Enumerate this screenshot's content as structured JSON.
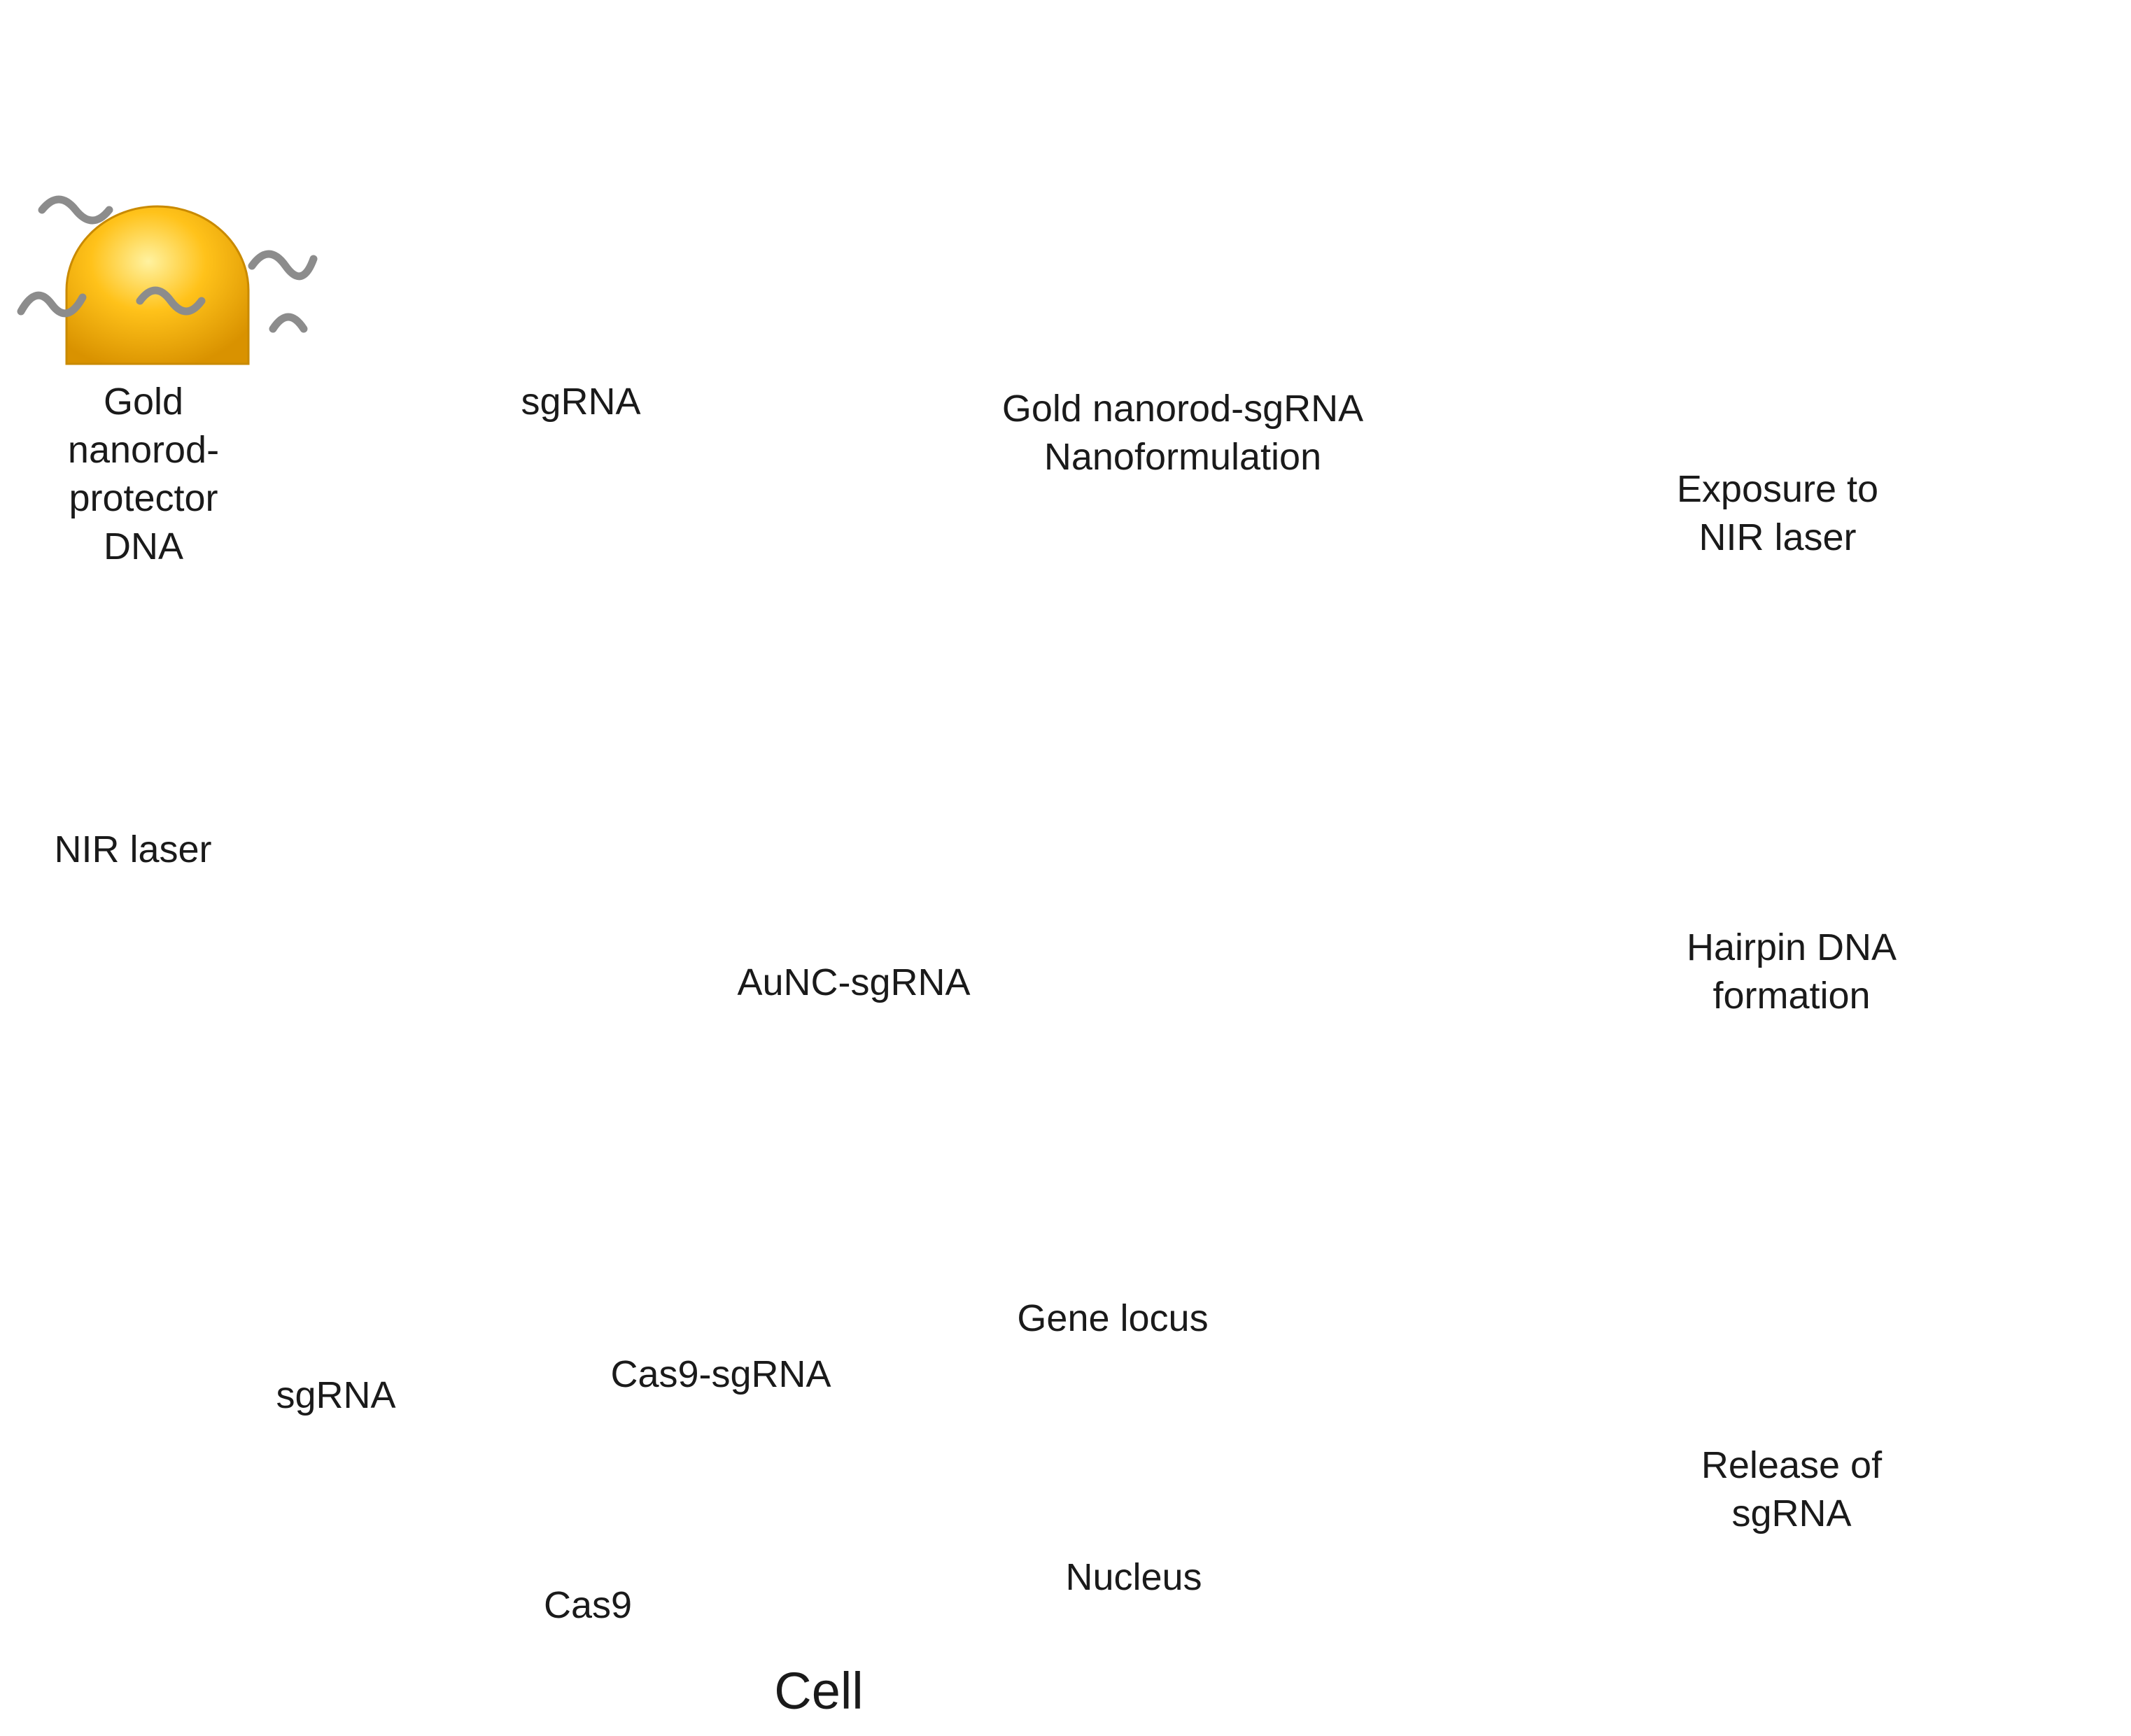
{
  "labels": {
    "gold_nanorod_protector_line1": "Gold nanorod-",
    "gold_nanorod_protector_line2": "protector DNA",
    "sgrna_top": "sgRNA",
    "nanoformulation_line1": "Gold nanorod-sgRNA",
    "nanoformulation_line2": "Nanoformulation",
    "exposure_line1": "Exposure to",
    "exposure_line2": "NIR laser",
    "hairpin_line1": "Hairpin DNA",
    "hairpin_line2": "formation",
    "release_line1": "Release of",
    "release_line2": "sgRNA",
    "nir_laser": "NIR laser",
    "aunc_sgrna": "AuNC-sgRNA",
    "sgrna_cell": "sgRNA",
    "cas9_sgrna": "Cas9-sgRNA",
    "cas9": "Cas9",
    "gene_locus": "Gene locus",
    "nucleus": "Nucleus",
    "cell": "Cell"
  },
  "colors": {
    "arrow": "#4472c4",
    "gold": "#f5b800",
    "gold_light": "#ffd84a",
    "laser_body": "#3b64b0",
    "laser_beam": "#f39a62",
    "cell_fill": "#d5dbe6",
    "cell_border": "#2e4f8f",
    "nucleus_fill": "#b9f2a5",
    "dna_gray": "#8c8c8c"
  },
  "icons": {
    "laser": "laser-pointer-icon",
    "nanorod": "gold-nanorod-icon",
    "sgrna": "sgrna-ribbon-icon",
    "cas9": "cas9-protein-icon",
    "dna": "dna-helix-icon"
  }
}
